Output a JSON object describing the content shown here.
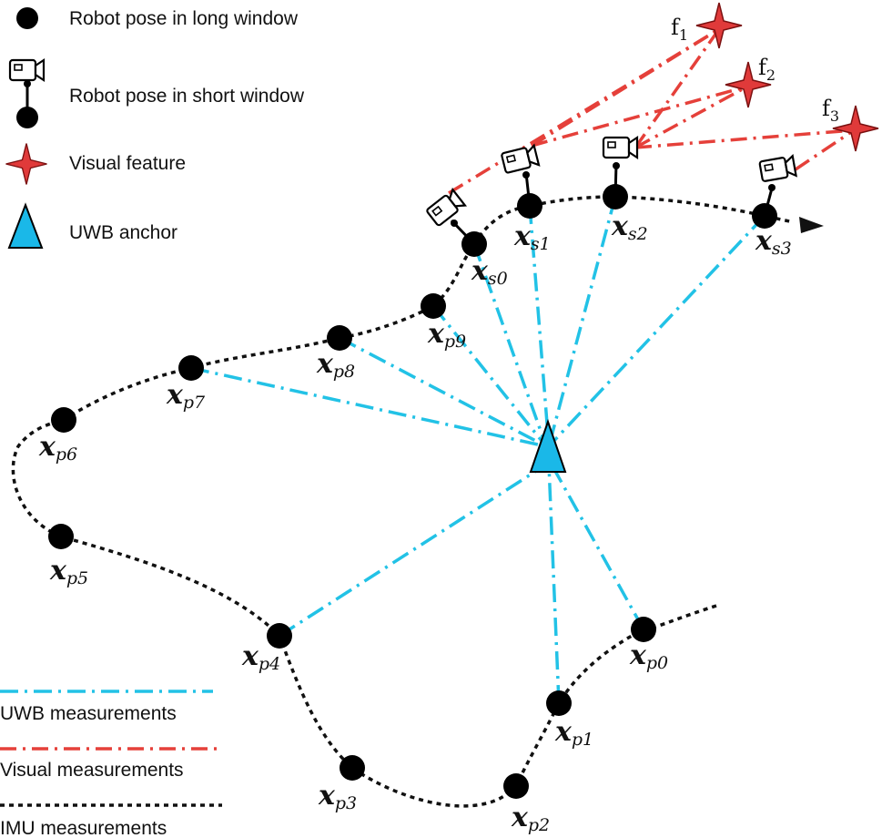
{
  "colors": {
    "uwb": "#22c2e6",
    "visual": "#e5403a",
    "imu": "#111111",
    "pose": "#000000",
    "anchor": "#1ab8e8",
    "feature": "#e03a3a"
  },
  "legend": {
    "long_window": "Robot pose in long window",
    "short_window": "Robot pose in short window",
    "visual_feature": "Visual feature",
    "uwb_anchor": "UWB anchor"
  },
  "measurement_legend": {
    "uwb": "UWB measurements",
    "visual": "Visual measurements",
    "imu": "IMU measurements"
  },
  "poses": {
    "p0": {
      "base": "x",
      "sub": "p0"
    },
    "p1": {
      "base": "x",
      "sub": "p1"
    },
    "p2": {
      "base": "x",
      "sub": "p2"
    },
    "p3": {
      "base": "x",
      "sub": "p3"
    },
    "p4": {
      "base": "x",
      "sub": "p4"
    },
    "p5": {
      "base": "x",
      "sub": "p5"
    },
    "p6": {
      "base": "x",
      "sub": "p6"
    },
    "p7": {
      "base": "x",
      "sub": "p7"
    },
    "p8": {
      "base": "x",
      "sub": "p8"
    },
    "p9": {
      "base": "x",
      "sub": "p9"
    },
    "s0": {
      "base": "x",
      "sub": "s0"
    },
    "s1": {
      "base": "x",
      "sub": "s1"
    },
    "s2": {
      "base": "x",
      "sub": "s2"
    },
    "s3": {
      "base": "x",
      "sub": "s3"
    }
  },
  "features": {
    "f1": {
      "base": "f",
      "sub": "1"
    },
    "f2": {
      "base": "f",
      "sub": "2"
    },
    "f3": {
      "base": "f",
      "sub": "3"
    }
  }
}
